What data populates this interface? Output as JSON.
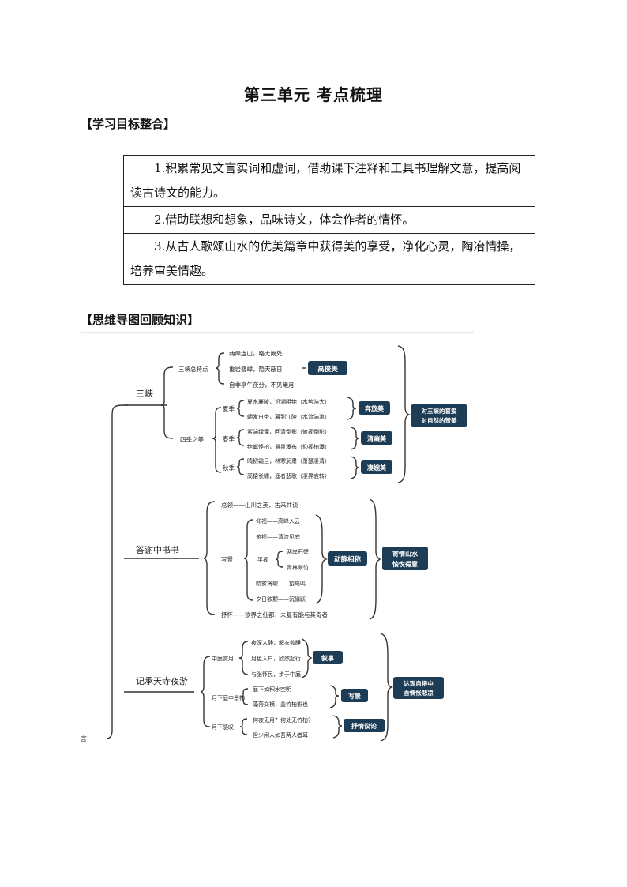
{
  "title": "第三单元  考点梳理",
  "sections": {
    "goals_heading": "【学习目标整合】",
    "map_heading": "【思维导图回顾知识】"
  },
  "goals": [
    "1.积累常见文言实词和虚词，借助课下注释和工具书理解文意，提高阅读古诗文的能力。",
    "2.借助联想和想象，品味诗文，体会作者的情怀。",
    "3.从古人歌颂山水的优美篇章中获得美的享受，净化心灵，陶冶情操，培养审美情趣。"
  ],
  "mindmap": {
    "sanxia": {
      "label": "三峡",
      "overall_label": "三峡总特点",
      "overall_lines": [
        "两岸连山，略无阙处",
        "重岩叠嶂，隐天蔽日",
        "自非亭午夜分，不见曦月"
      ],
      "overall_tag": "高俊美",
      "seasons_label": "四季之美",
      "summer_label": "夏季",
      "summer_lines": [
        "夏水襄陵，沿溯阻绝（水势浩大）",
        "朝发白帝，暮到江陵（水流湍急）"
      ],
      "summer_tag": "奔放美",
      "spring_label": "春季",
      "spring_lines": [
        "素湍绿潭，回清倒影（俯视倒影）",
        "绝巘怪柏，悬泉瀑布（仰视柏瀑）"
      ],
      "spring_tag": "清幽美",
      "autumn_label": "秋季",
      "autumn_lines": [
        "晴初霜旦，林寒涧肃（萧瑟凄清）",
        "高猿长啸，渔者悲歌（凄异哀转）"
      ],
      "autumn_tag": "凄婉美",
      "summary": [
        "对三峡的喜爱",
        "对自然的赞美"
      ]
    },
    "xie": {
      "label": "答谢中书书",
      "lead": "总领——山川之美，古来共谈",
      "scene_label": "写景",
      "up": "仰视——高峰入云",
      "down": "俯视——清流见底",
      "flat_label": "平视",
      "flat_lines": [
        "两岸石壁",
        "青林翠竹"
      ],
      "dawn": "晓雾将歇——猿鸟鸣",
      "dusk": "夕日欲颓——沉鳞跃",
      "scene_tag": "动静相称",
      "close": "抒怀——欲界之仙都，未复有能与其奇者",
      "summary": [
        "寄情山水",
        "愉悦得意"
      ]
    },
    "ji": {
      "label": "记承天寺夜游",
      "night_label": "中庭赏月",
      "night_lines": [
        "夜深人静，解衣欲睡",
        "月色入户，欣然起行",
        "与张怀民，步于中庭"
      ],
      "night_tag": "叙事",
      "view_label": "月下庭中景物",
      "view_lines": [
        "庭下如积水空明",
        "藻荇交横，盖竹柏影也"
      ],
      "view_tag": "写景",
      "sigh_label": "月下感叹",
      "sigh_lines": [
        "何夜无月？何处无竹柏？",
        "但少闲人如吾两人者耳"
      ],
      "sigh_tag": "抒情议论",
      "summary": [
        "达观自得中",
        "含惆怅悲凉"
      ]
    },
    "edge_mark": "言"
  },
  "colors": {
    "tag_fill": "#1d3c55",
    "tag_text": "#ffffff",
    "lines": "#333333"
  }
}
